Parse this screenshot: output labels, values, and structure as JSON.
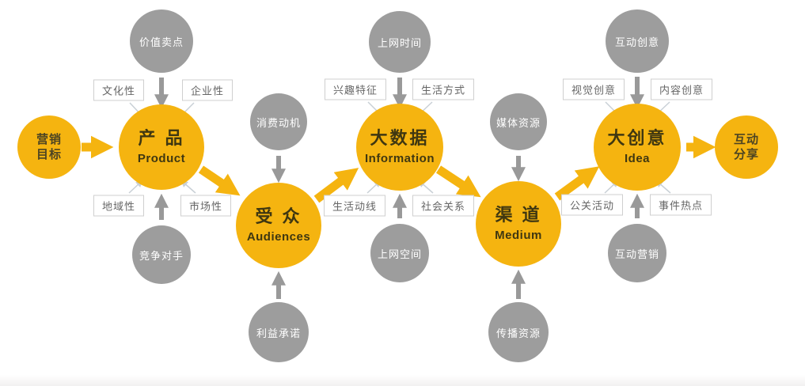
{
  "colors": {
    "yellow": "#F5B410",
    "gray-node": "#9D9D9D",
    "gray-arrow": "#999999",
    "thin-arrow": "#C9D0D6",
    "tag-border": "#CFCFCF",
    "tag-text": "#666666",
    "dark-text": "#3F3711"
  },
  "flow": {
    "start": {
      "label": "营销\n目标"
    },
    "product": {
      "zh": "产 品",
      "en": "Product"
    },
    "audiences": {
      "zh": "受 众",
      "en": "Audiences"
    },
    "information": {
      "zh": "大数据",
      "en": "Information"
    },
    "medium": {
      "zh": "渠 道",
      "en": "Medium"
    },
    "idea": {
      "zh": "大创意",
      "en": "Idea"
    },
    "end": {
      "label": "互动\n分享"
    }
  },
  "factors": {
    "product_top": "价值卖点",
    "product_bottom": "竞争对手",
    "audiences_top": "消费动机",
    "audiences_bottom": "利益承诺",
    "information_top": "上网时间",
    "information_bottom": "上网空间",
    "medium_top": "媒体资源",
    "medium_bottom": "传播资源",
    "idea_top": "互动创意",
    "idea_bottom": "互动营销"
  },
  "tags": {
    "product": [
      "文化性",
      "企业性",
      "地域性",
      "市场性"
    ],
    "information": [
      "兴趣特征",
      "生活方式",
      "生活动线",
      "社会关系"
    ],
    "idea": [
      "视觉创意",
      "内容创意",
      "公关活动",
      "事件热点"
    ]
  }
}
